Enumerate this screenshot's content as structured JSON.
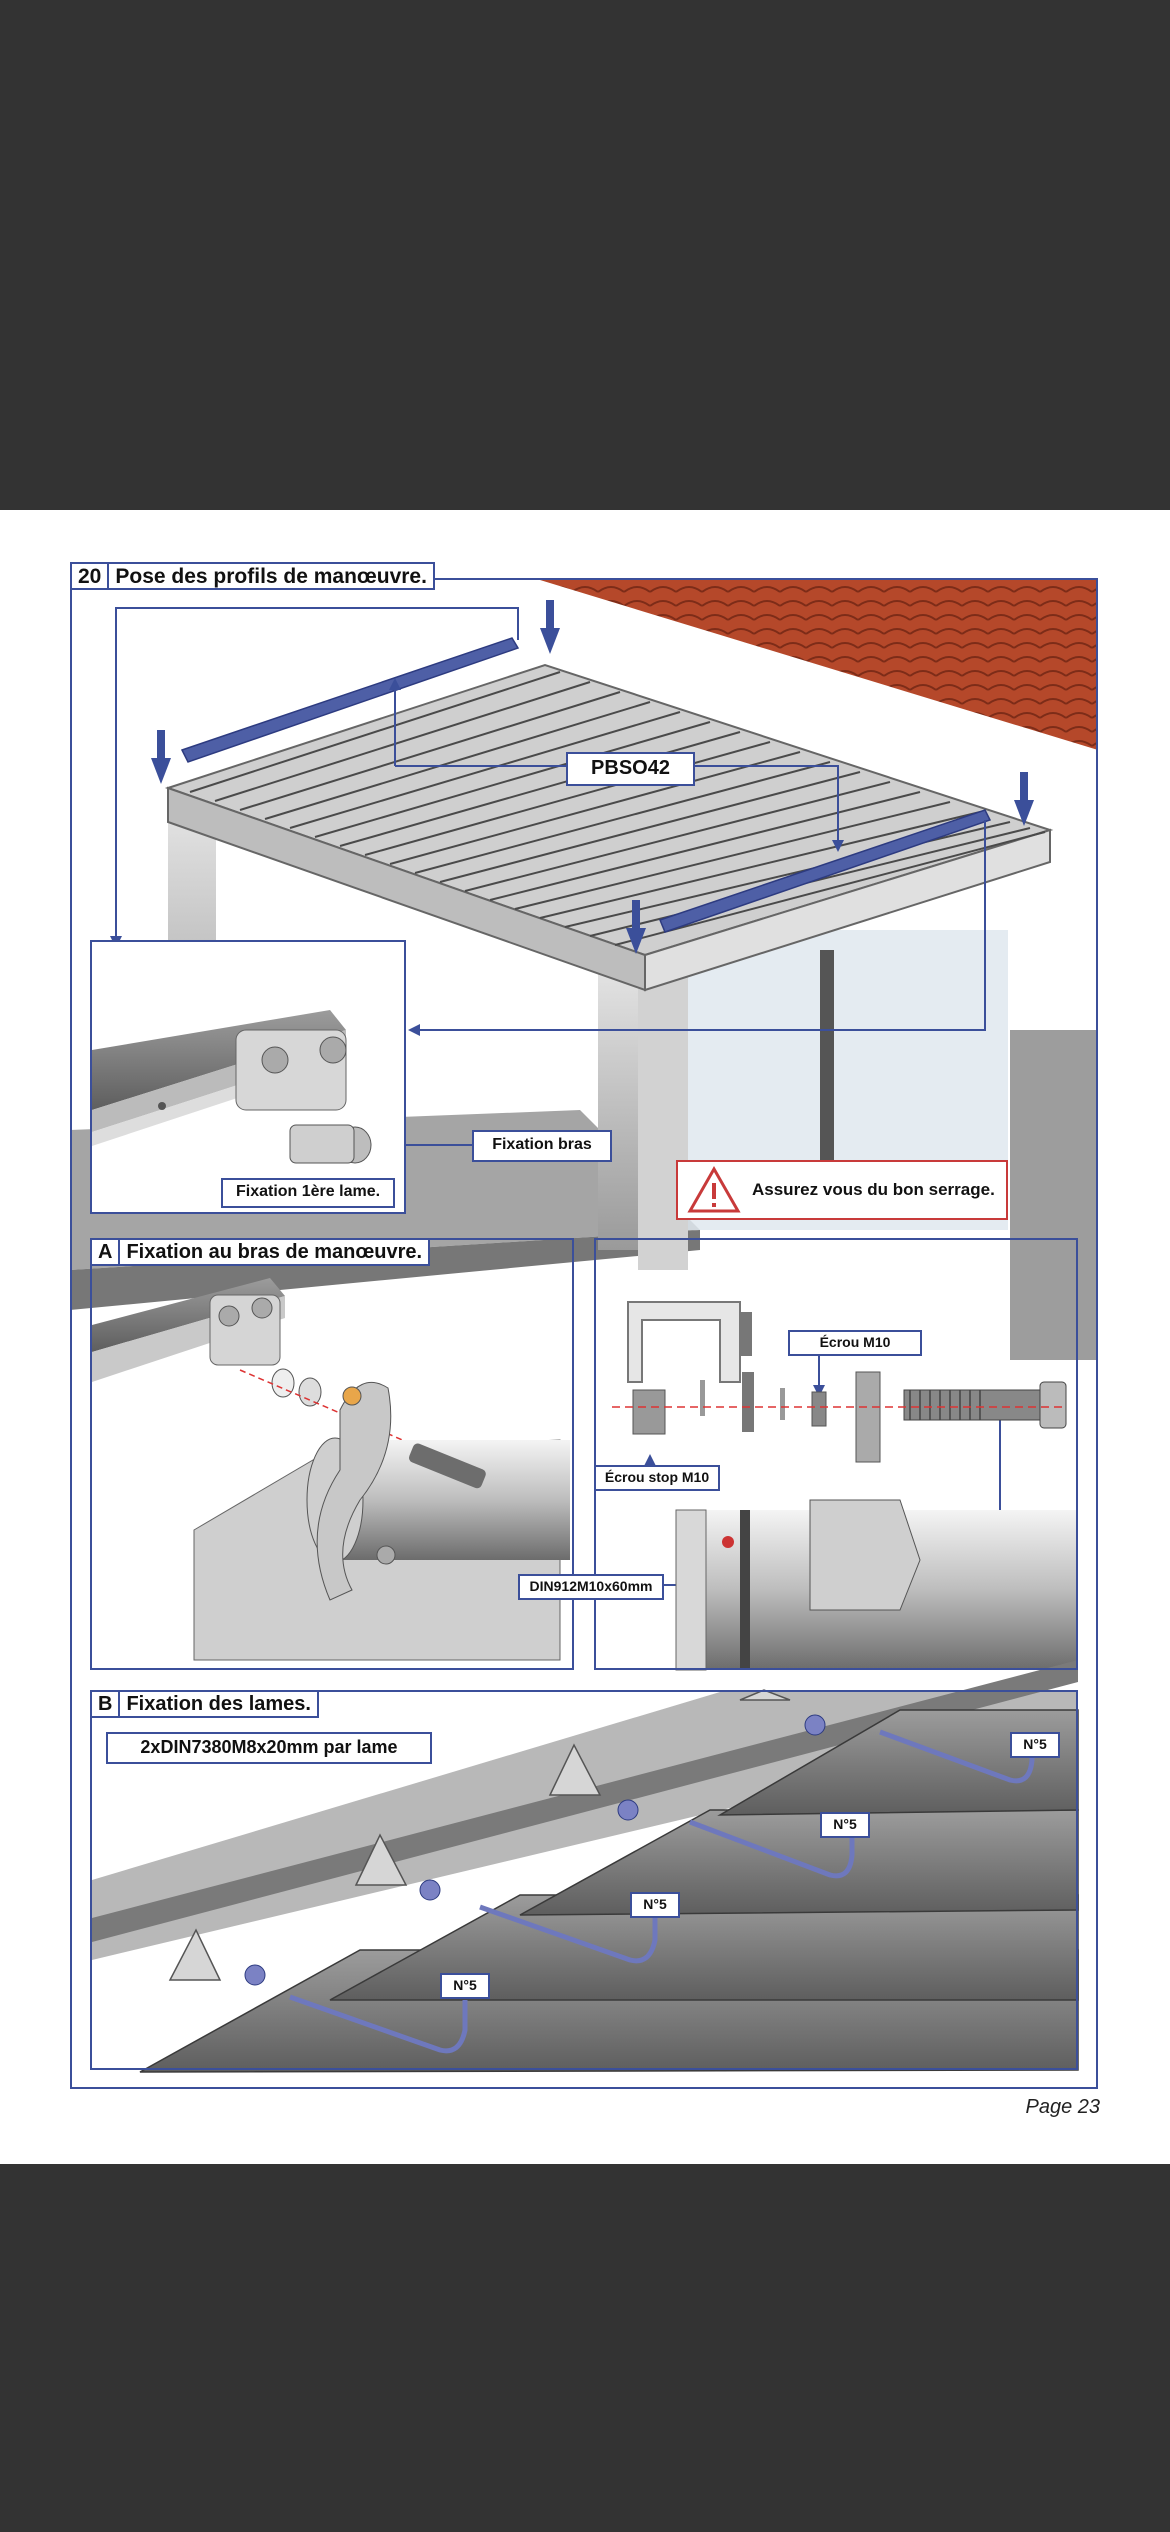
{
  "step": {
    "number": "20",
    "title": "Pose des profils de manœuvre."
  },
  "labels": {
    "part_code": "PBSO42",
    "fixation_bras": "Fixation bras",
    "fixation_lame": "Fixation 1ère lame.",
    "warning": "Assurez vous du bon serrage.",
    "ecrou_m10": "Écrou M10",
    "ecrou_stop": "Écrou stop M10",
    "din912": "DIN912M10x60mm",
    "din7380": "2xDIN7380M8x20mm par lame",
    "n5": "N°5"
  },
  "sections": {
    "a": {
      "letter": "A",
      "title": "Fixation au bras de manœuvre."
    },
    "b": {
      "letter": "B",
      "title": "Fixation des lames."
    }
  },
  "icons": {
    "warning": "warning-triangle-icon"
  },
  "colors": {
    "accent": "#3b4f9a",
    "warning": "#c83a3a",
    "tiles": "#b5482a"
  },
  "page": {
    "label": "Page 23"
  }
}
